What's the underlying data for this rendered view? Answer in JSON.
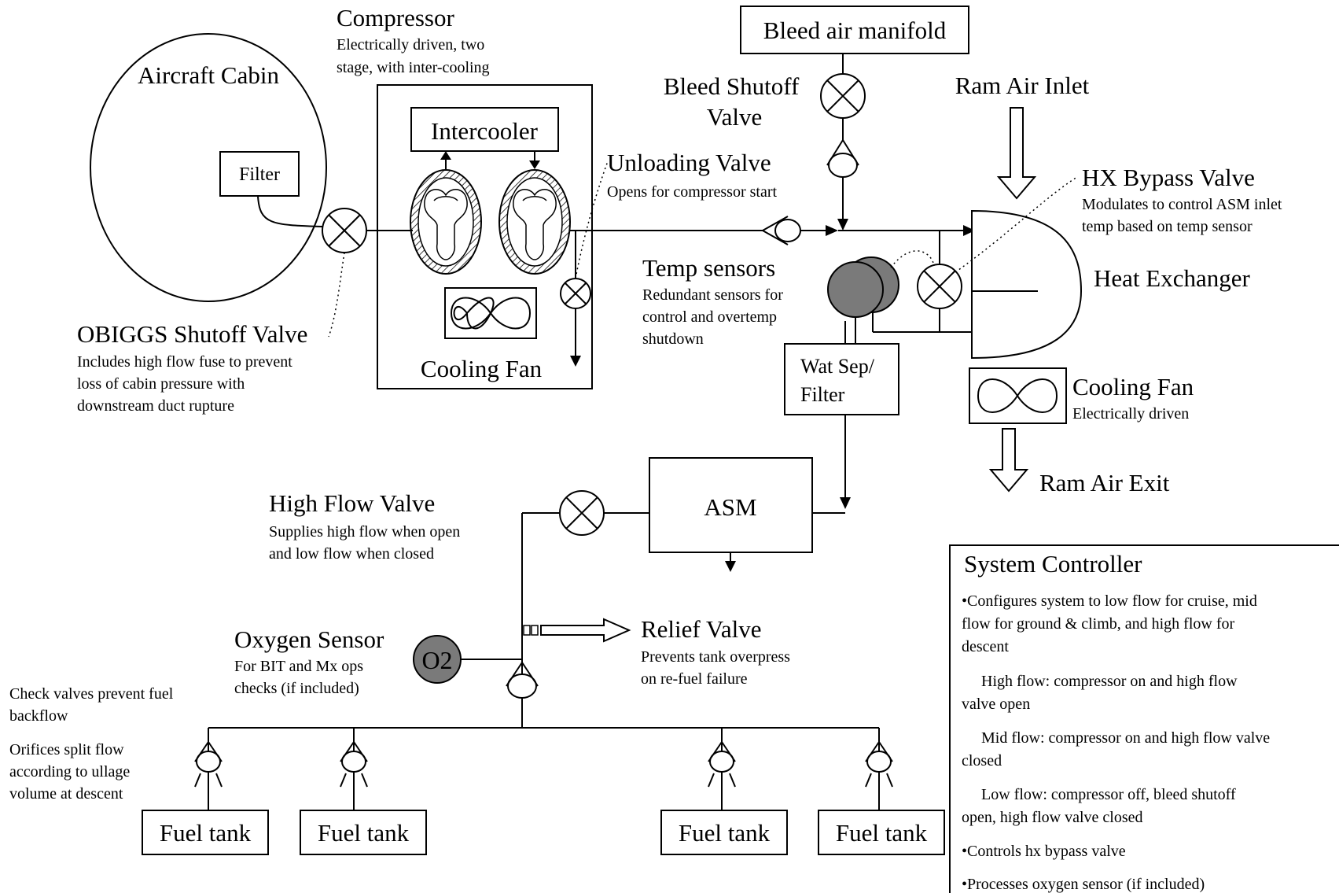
{
  "components": {
    "aircraft_cabin": "Aircraft Cabin",
    "filter": "Filter",
    "compressor": {
      "title": "Compressor",
      "desc": [
        "Electrically driven, two",
        "stage, with inter-cooling"
      ]
    },
    "intercooler": "Intercooler",
    "compressor_cooling_fan": "Cooling Fan",
    "obiggs_shutoff": {
      "title": "OBIGGS Shutoff Valve",
      "desc": [
        "Includes high flow fuse to prevent",
        "loss of cabin pressure with",
        "downstream duct rupture"
      ]
    },
    "bleed_air_manifold": "Bleed air manifold",
    "bleed_shutoff": [
      "Bleed Shutoff",
      "Valve"
    ],
    "unloading_valve": {
      "title": "Unloading Valve",
      "desc": "Opens for compressor start"
    },
    "ram_air_inlet": "Ram Air Inlet",
    "hx_bypass": {
      "title": "HX Bypass Valve",
      "desc": [
        "Modulates to control ASM inlet",
        "temp based on temp sensor"
      ]
    },
    "temp_sensors": {
      "title": "Temp sensors",
      "desc": [
        "Redundant sensors for",
        "control and overtemp",
        "shutdown"
      ]
    },
    "heat_exchanger": "Heat Exchanger",
    "wat_sep": [
      "Wat Sep/",
      "Filter"
    ],
    "hx_cooling_fan": {
      "title": "Cooling Fan",
      "desc": "Electrically driven"
    },
    "ram_air_exit": "Ram Air Exit",
    "asm": "ASM",
    "high_flow_valve": {
      "title": "High Flow Valve",
      "desc": [
        "Supplies high flow when open",
        "and low flow when closed"
      ]
    },
    "relief_valve": {
      "title": "Relief Valve",
      "desc": [
        "Prevents tank overpress",
        "on re-fuel failure"
      ]
    },
    "oxygen_sensor": {
      "title": "Oxygen Sensor",
      "desc": [
        "For BIT and Mx ops",
        "checks (if included)"
      ],
      "symbol": "O2"
    },
    "check_valves_note": [
      "Check valves prevent fuel",
      "backflow"
    ],
    "orifices_note": [
      "Orifices split flow",
      "according to ullage",
      "volume at descent"
    ],
    "fuel_tanks": [
      "Fuel tank",
      "Fuel tank",
      "Fuel tank",
      "Fuel tank"
    ]
  },
  "system_controller": {
    "title": "System Controller",
    "lines": [
      "•Configures system to low flow for cruise, mid",
      "flow for ground & climb, and high flow for",
      "descent",
      "High flow: compressor on and high flow",
      "valve open",
      "Mid flow: compressor on and high flow valve",
      "closed",
      "Low flow: compressor off, bleed shutoff",
      "open, high flow valve closed",
      "•Controls hx bypass valve",
      "•Processes oxygen sensor (if included)"
    ]
  }
}
